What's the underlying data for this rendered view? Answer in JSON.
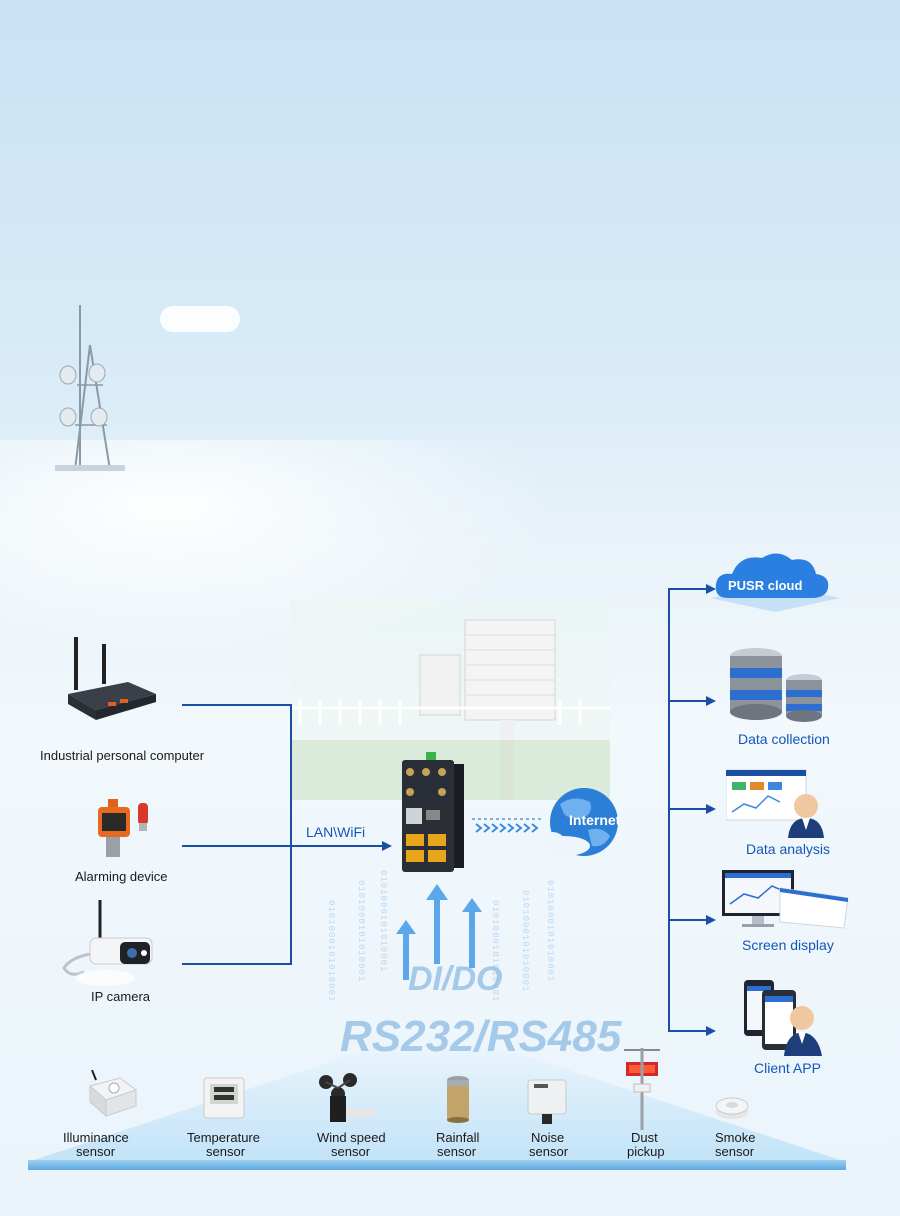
{
  "left_devices": [
    {
      "label": "Industrial personal computer"
    },
    {
      "label": "Alarming device"
    },
    {
      "label": "IP camera"
    }
  ],
  "link_label": "LAN\\WiFi",
  "internet_label": "Internet",
  "io_labels": {
    "line1": "DI/DO",
    "line2": "RS232/RS485"
  },
  "cloud_label": "PUSR cloud",
  "right_outputs": [
    {
      "label": "Data collection"
    },
    {
      "label": "Data analysis"
    },
    {
      "label": "Screen display"
    },
    {
      "label": "Client APP"
    }
  ],
  "sensors": [
    {
      "line1": "Illuminance",
      "line2": "sensor"
    },
    {
      "line1": "Temperature",
      "line2": "sensor"
    },
    {
      "line1": "Wind speed",
      "line2": "sensor"
    },
    {
      "line1": "Rainfall",
      "line2": "sensor"
    },
    {
      "line1": "Noise",
      "line2": "sensor"
    },
    {
      "line1": "Dust",
      "line2": "pickup"
    },
    {
      "line1": "Smoke",
      "line2": "sensor"
    }
  ],
  "colors": {
    "line": "#1a4fa8",
    "label_blue": "#1356b8",
    "cloud": "#2b7fe0"
  },
  "binary_text": "0101000101010001"
}
